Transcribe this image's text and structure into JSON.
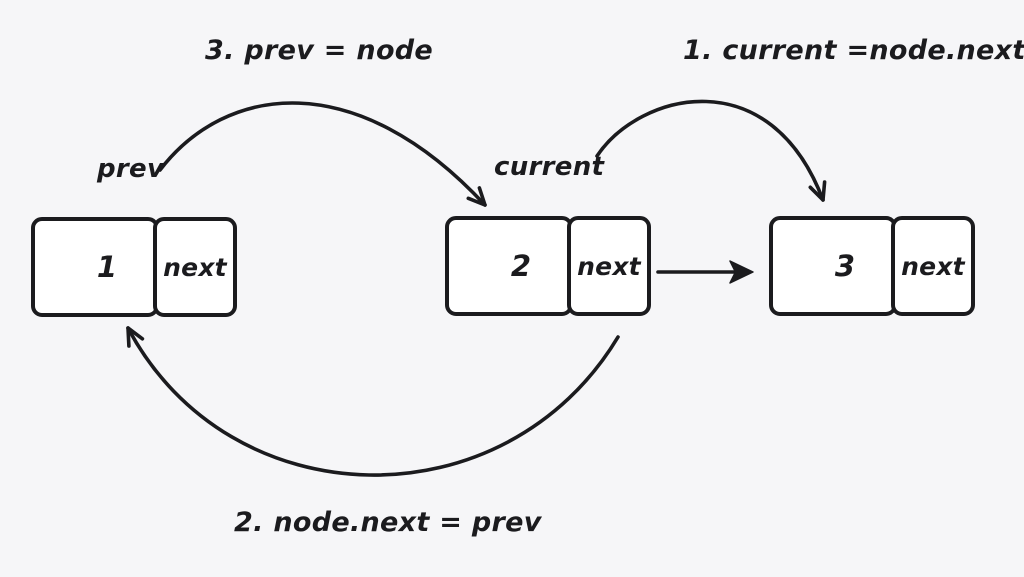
{
  "canvas": {
    "background_color": "#f6f6f8",
    "ink_color": "#1b1b1e",
    "box_fill_color": "#ffffff"
  },
  "steps": {
    "step1": "1. current =node.next",
    "step2": "2. node.next = prev",
    "step3": "3. prev = node"
  },
  "pointers": {
    "prev": "prev",
    "current": "current"
  },
  "nodes": [
    {
      "value": "1",
      "next_label": "next"
    },
    {
      "value": "2",
      "next_label": "next"
    },
    {
      "value": "3",
      "next_label": "next"
    }
  ]
}
